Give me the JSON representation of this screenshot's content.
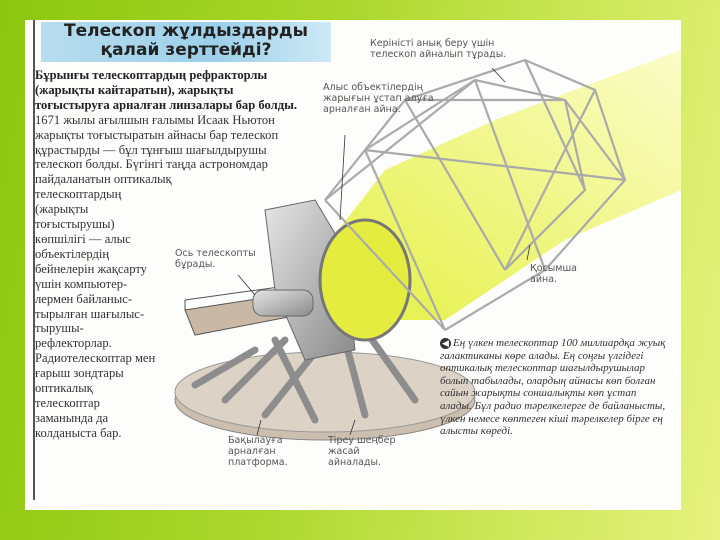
{
  "title": {
    "line1": "Телескоп жұлдыздарды",
    "line2": "қалай зерттейді?"
  },
  "body": {
    "bold_intro": "Бұрынғы телескоптардың рефракторлы (жарықты кайтаратын), жарықты тоғыстыруға арналған линзалары бар болды.",
    "text_wide": " 1671 жылы ағылшын ғалымы Исаак Ньютон жарықты тоғыстыратын айнасы бар телескоп құрастырды — бұл тұнғыш шағылдырушы телескоп болды. Бүгінгі таңда астрономдар пайдаланатын оптикалық",
    "text_narrow": "телескоптардың (жарықты тоғыстырушы) көпшілігі — алыс объектілердің бейнелерін жақсарту үшін компьютер-лермен байланыс-тырылған шағылыс-тырушы-рефлекторлар. Радиотелескоптар мен ғарыш зондтары оптикалық телескоптар заманында да колданыста бар."
  },
  "captions": {
    "rotate": "Керіністі анық беру үшін телескоп айналып тұрады.",
    "mirror": "Алыс объектілердің жарығын ұстап алуға арналған айна.",
    "axis": "Ось телескопты бұрады.",
    "secondary": "Қосымша айна.",
    "platform": "Бақылауға арналған платформа.",
    "ring": "Тіреу шеңбер жасай айналады."
  },
  "note": {
    "icon": "arrow-left-icon",
    "text": "Ең үлкен телескоптар 100 миллиардқа жуық галактиканы көре алады. Ең соңғы үлгідегі оптикалық телескоптар шағылдырушылар болып табылады, олардың айнасы көп болған сайын жарықты соншалықты көп ұстап алады. Бұл радио тәрелкелерге де байланысты, үлкен немесе көптеген кіші тәрелкелер бірге ең алысты көреді."
  },
  "colors": {
    "background_left": "#8cc70e",
    "background_right": "#e6f27e",
    "title_bg": "#9dd0ea",
    "beam": "#e8f23a"
  }
}
